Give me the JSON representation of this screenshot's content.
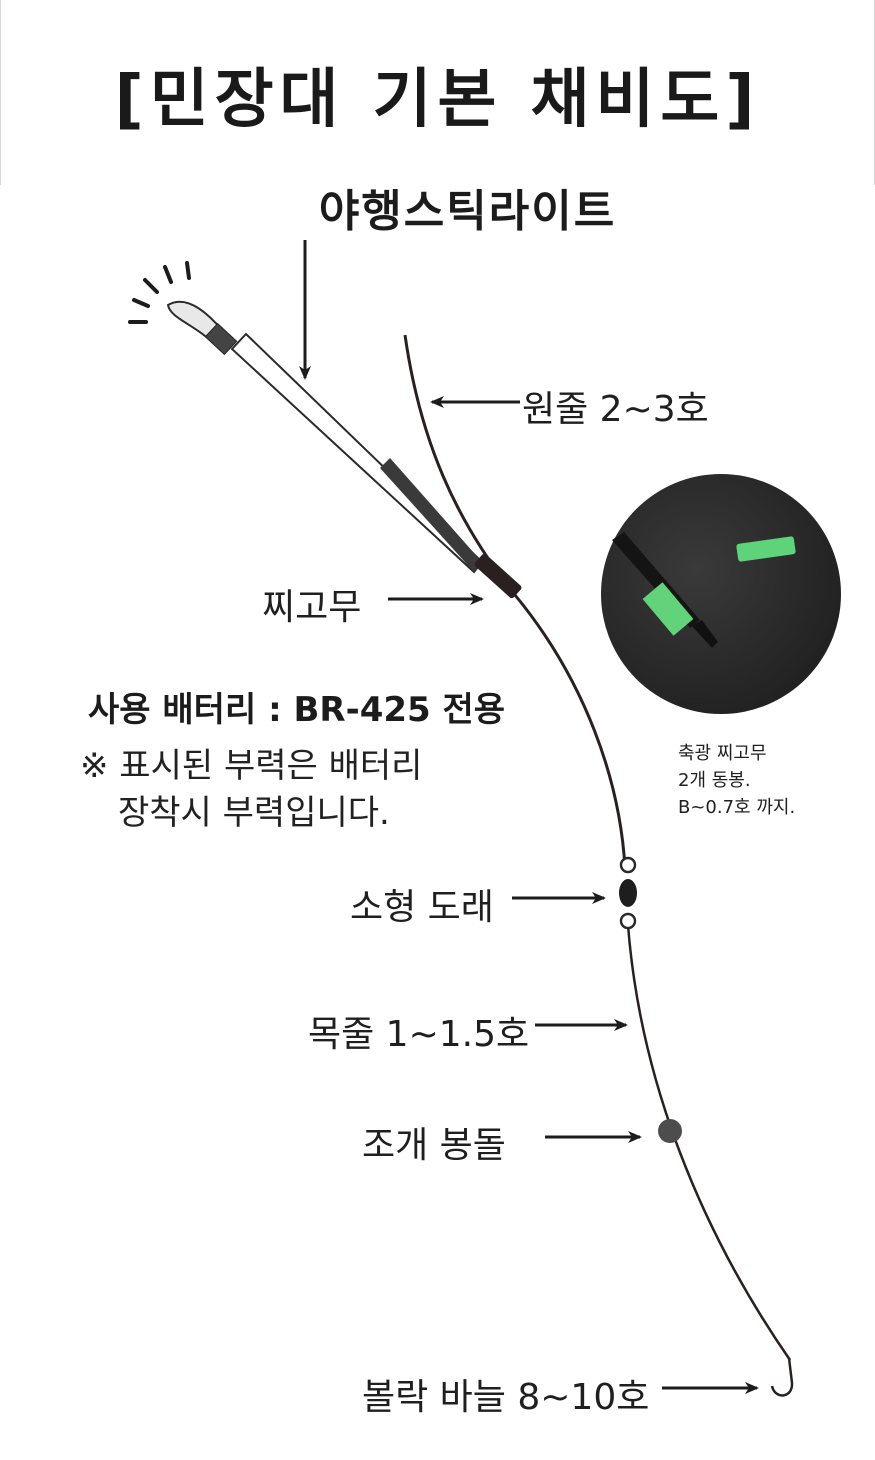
{
  "title": "[민장대 기본 채비도]",
  "subtitle": "야행스틱라이트",
  "labels": {
    "main_line": "원줄 2~3호",
    "float_rubber": "찌고무",
    "swivel": "소형 도래",
    "leader": "목줄 1~1.5호",
    "sinker": "조개 봉돌",
    "hook": "볼락 바늘 8~10호"
  },
  "battery_label": "사용 배터리 : BR-425 전용",
  "note": {
    "line1": "※ 표시된 부력은 배터리",
    "line2": "장착시 부력입니다."
  },
  "glow_note": {
    "line1": "축광 찌고무",
    "line2": "2개 동봉.",
    "line3": "B~0.7호 까지."
  },
  "colors": {
    "line": "#2a2020",
    "rubber_green": "#5fd37a",
    "photo_bg": "#2b2b2b"
  }
}
